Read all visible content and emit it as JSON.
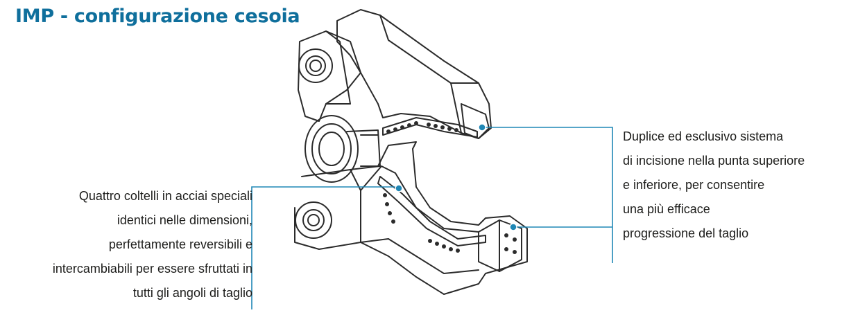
{
  "title": "IMP - configurazione cesoia",
  "colors": {
    "title": "#0f6f9c",
    "leader": "#1f87b5",
    "outline": "#2b2b2b",
    "text": "#1d1d1b"
  },
  "icons": [
    "shear-attachment-drawing"
  ],
  "callouts": {
    "left": {
      "lines": [
        "Quattro coltelli in acciai speciali",
        "identici nelle dimensioni,",
        "perfettamente reversibili e",
        "intercambiabili per essere sfruttati in",
        "tutti gli angoli di taglio"
      ]
    },
    "right": {
      "lines": [
        "Duplice ed esclusivo sistema",
        "di incisione nella punta superiore",
        "e inferiore, per consentire",
        "una più efficace",
        "progressione del taglio"
      ]
    }
  }
}
